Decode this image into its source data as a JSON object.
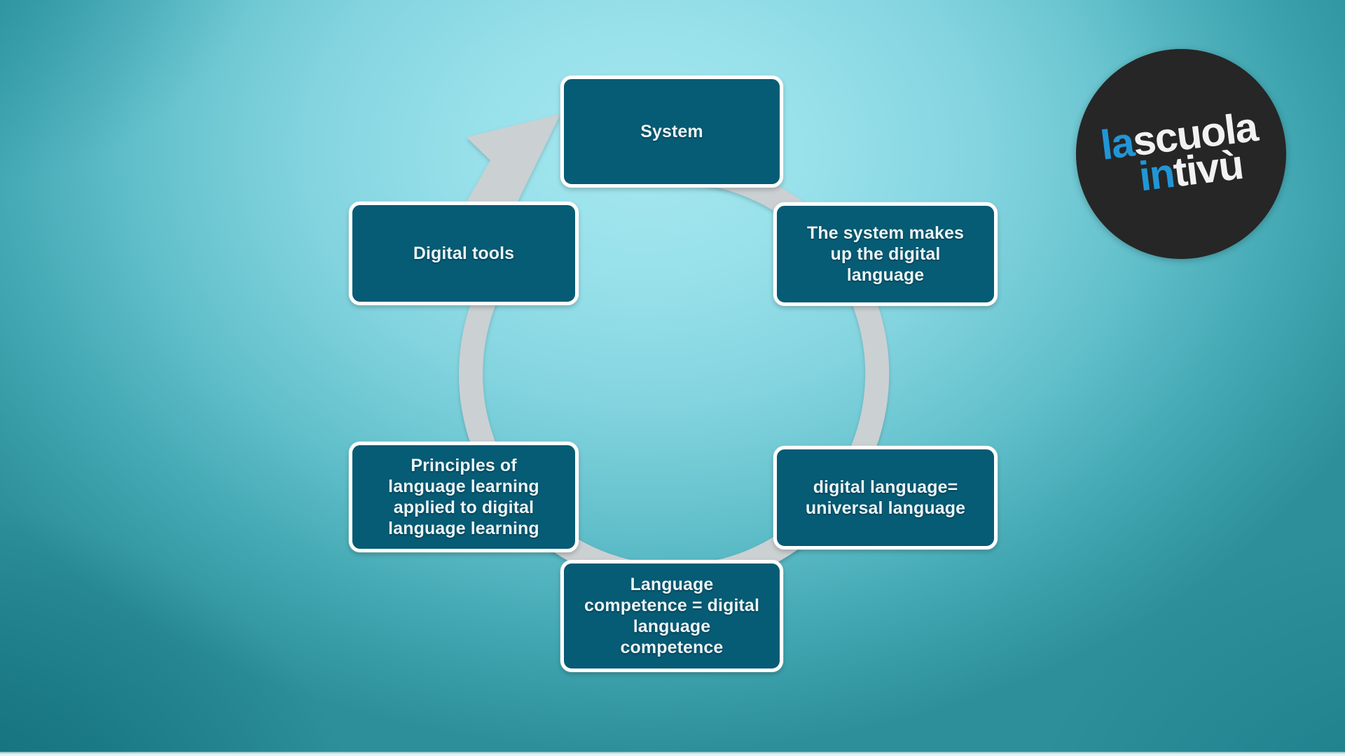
{
  "background": {
    "center_color": "#8BD8E0",
    "edge_color": "#1E8086",
    "type": "radial-gradient-teal"
  },
  "diagram": {
    "type": "cycle",
    "direction": "clockwise",
    "ring_color": "#CBD0D3",
    "node_fill": "#065B75",
    "node_border": "#FFFFFF",
    "node_text_color": "#EAF6F8",
    "nodes": [
      {
        "id": "system",
        "label": "System",
        "position": "top"
      },
      {
        "id": "makes-up",
        "label": "The system makes\nup the digital\nlanguage",
        "position": "upper-right"
      },
      {
        "id": "universal",
        "label": "digital language=\nuniversal language",
        "position": "lower-right"
      },
      {
        "id": "competence",
        "label": "Language\ncompetence = digital\nlanguage\ncompetence",
        "position": "bottom"
      },
      {
        "id": "principles",
        "label": "Principles of\nlanguage learning\napplied to digital\nlanguage learning",
        "position": "lower-left"
      },
      {
        "id": "tools",
        "label": "Digital tools",
        "position": "upper-left"
      }
    ]
  },
  "logo": {
    "name": "lascuola-intivu-logo",
    "line1_blue": "la",
    "line1_white": "scuola",
    "line2_blue": "in",
    "line2_white": "tivù",
    "circle_color": "#262626",
    "blue_color": "#2196D6",
    "white_color": "#F2F2F2"
  }
}
